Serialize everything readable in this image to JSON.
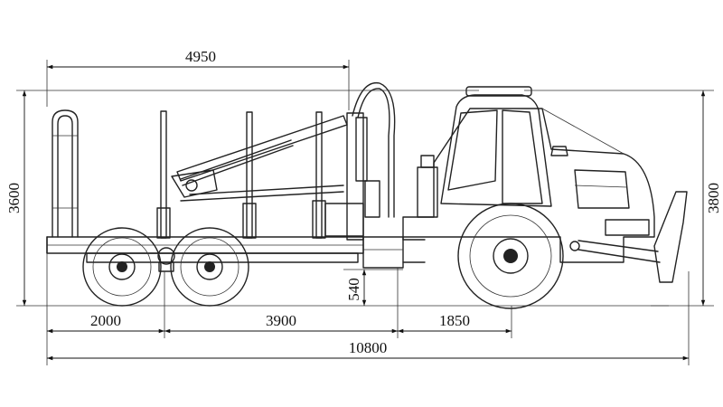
{
  "dimensions": {
    "crane_reach": "4950",
    "total_height": "3600",
    "cab_height": "3800",
    "rear_overhang": "2000",
    "wheelbase": "3900",
    "front_overhang": "1850",
    "ground_clearance": "540",
    "total_length": "10800"
  },
  "colors": {
    "line": "#222222",
    "background": "#ffffff"
  }
}
